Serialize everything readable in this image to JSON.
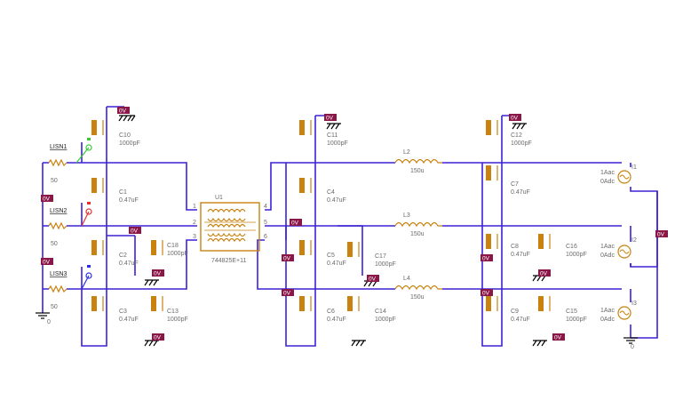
{
  "colors": {
    "wire": "#3b22d6",
    "component": "#c98210",
    "net_tag": "#8a1748"
  },
  "lisn": [
    {
      "label": "LISN1",
      "resistance": "50"
    },
    {
      "label": "LISN2",
      "resistance": "50"
    },
    {
      "label": "LISN3",
      "resistance": "50"
    }
  ],
  "ground_zero": "0",
  "net_tag": "0V",
  "caps": {
    "c10": {
      "ref": "C10",
      "value": "1000pF"
    },
    "c1": {
      "ref": "C1",
      "value": "0.47uF"
    },
    "c2": {
      "ref": "C2",
      "value": "0.47uF"
    },
    "c3": {
      "ref": "C3",
      "value": "0.47uF"
    },
    "c18": {
      "ref": "C18",
      "value": "1000pF"
    },
    "c13": {
      "ref": "C13",
      "value": "1000pF"
    },
    "c11": {
      "ref": "C11",
      "value": "1000pF"
    },
    "c4": {
      "ref": "C4",
      "value": "0.47uF"
    },
    "c5": {
      "ref": "C5",
      "value": "0.47uF"
    },
    "c6": {
      "ref": "C6",
      "value": "0.47uF"
    },
    "c17": {
      "ref": "C17",
      "value": "1000pF"
    },
    "c14": {
      "ref": "C14",
      "value": "1000pF"
    },
    "c12": {
      "ref": "C12",
      "value": "1000pF"
    },
    "c7": {
      "ref": "C7",
      "value": "0.47uF"
    },
    "c8": {
      "ref": "C8",
      "value": "0.47uF"
    },
    "c16": {
      "ref": "C16",
      "value": "1000pF"
    },
    "c9": {
      "ref": "C9",
      "value": "0.47uF"
    },
    "c15": {
      "ref": "C15",
      "value": "1000pF"
    }
  },
  "transformer": {
    "ref": "U1",
    "part": "744825E+11",
    "pins": [
      "1",
      "2",
      "3",
      "4",
      "5",
      "6"
    ]
  },
  "inductors": [
    {
      "ref": "L2",
      "value": "150u"
    },
    {
      "ref": "L3",
      "value": "150u"
    },
    {
      "ref": "L4",
      "value": "150u"
    }
  ],
  "sources": [
    {
      "ref": "I1",
      "ac": "1Aac",
      "dc": "0Adc"
    },
    {
      "ref": "I2",
      "ac": "1Aac",
      "dc": "0Adc"
    },
    {
      "ref": "I3",
      "ac": "1Aac",
      "dc": "0Adc"
    }
  ]
}
